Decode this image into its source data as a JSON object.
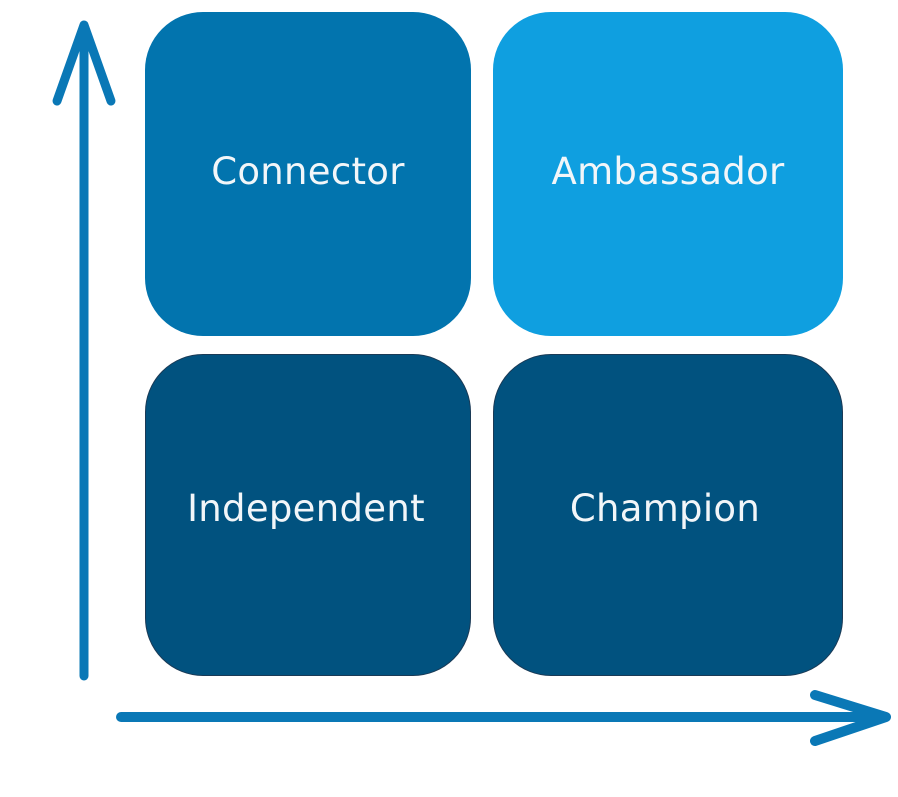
{
  "diagram": {
    "type": "2x2 quadrant matrix",
    "quadrants": [
      {
        "id": "top-left",
        "label": "Connector",
        "color": "#0274ae"
      },
      {
        "id": "top-right",
        "label": "Ambassador",
        "color": "#0f9fe0"
      },
      {
        "id": "bottom-left",
        "label": "Independent",
        "color": "#01527f"
      },
      {
        "id": "bottom-right",
        "label": "Champion",
        "color": "#01527f"
      }
    ],
    "axes": {
      "vertical": {
        "direction": "up",
        "label": "",
        "color": "#0a78b6"
      },
      "horizontal": {
        "direction": "right",
        "label": "",
        "color": "#0a78b6"
      }
    }
  }
}
